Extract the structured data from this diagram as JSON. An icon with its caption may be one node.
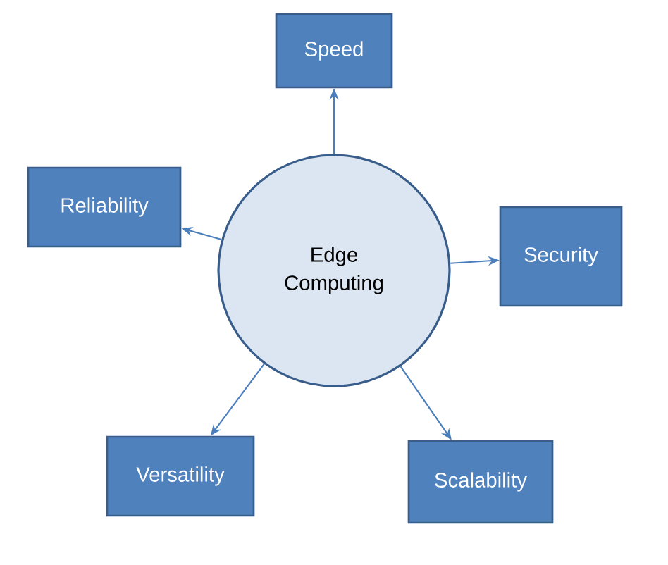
{
  "diagram": {
    "nodes": [
      {
        "text": [
          "Edge Computing"
        ]
      },
      {
        "text": [
          "Speed"
        ]
      },
      {
        "text": [
          "Reliability"
        ]
      },
      {
        "text": [
          "Security"
        ]
      },
      {
        "text": [
          "Versatility"
        ]
      },
      {
        "text": [
          "Scalability"
        ]
      }
    ],
    "edges": [
      {
        "from": 0,
        "to": 1,
        "arrow": "to"
      },
      {
        "from": 0,
        "to": 2,
        "arrow": "to"
      },
      {
        "from": 0,
        "to": 3,
        "arrow": "to"
      },
      {
        "from": 0,
        "to": 4,
        "arrow": "to"
      },
      {
        "from": 0,
        "to": 5,
        "arrow": "to"
      }
    ]
  }
}
